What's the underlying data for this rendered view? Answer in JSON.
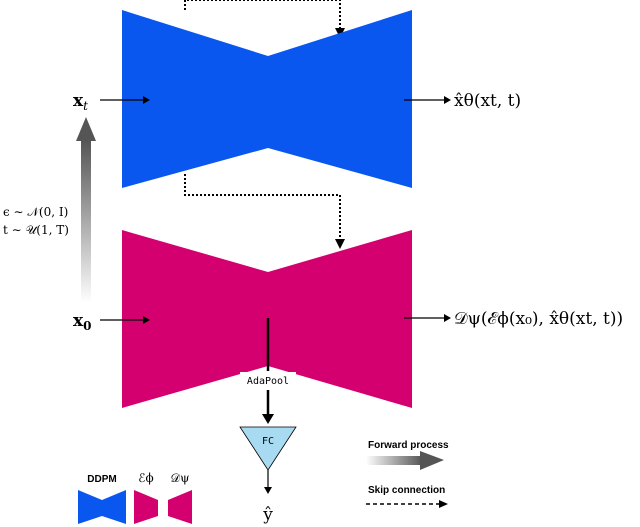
{
  "colors": {
    "ddpm": "#0a57f0",
    "encoder": "#d4006f",
    "decoder": "#d4006f",
    "fc": "#a8daf2",
    "line": "#000000"
  },
  "labels": {
    "xt": "x",
    "xt_sub": "t",
    "x0": "x",
    "x0_sub": "0",
    "noise_eps": "ϵ ∼ 𝒩(0, I)",
    "noise_t": "t ∼ 𝒰(1, T)",
    "ddpm_output": "x̂θ(xt, t)",
    "decoder_output": "𝒟ψ(ℰϕ(x₀), x̂θ(xt, t))",
    "adapool": "AdaPool",
    "fc": "FC",
    "y_hat": "ŷ"
  },
  "legend": {
    "ddpm": "DDPM",
    "encoder": "ℰϕ",
    "decoder": "𝒟ψ",
    "forward_process": "Forward process",
    "skip_connection": "Skip connection"
  }
}
